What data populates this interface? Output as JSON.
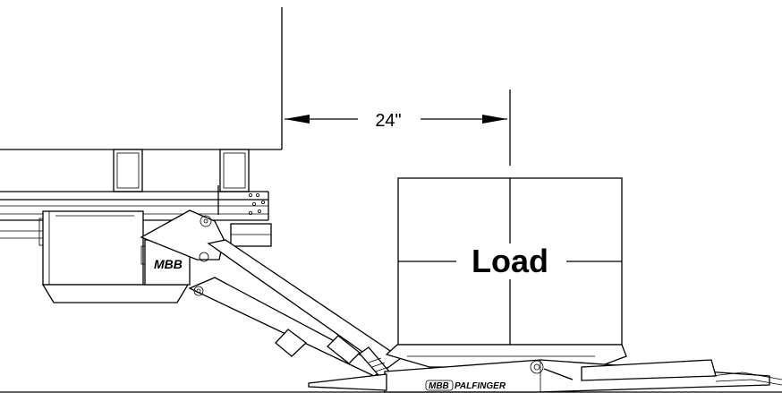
{
  "dimension": {
    "label": "24\""
  },
  "load": {
    "label": "Load"
  },
  "branding": {
    "lift_logo": "MBB",
    "platform_logo": "MBB",
    "platform_brand": "PALFINGER"
  }
}
